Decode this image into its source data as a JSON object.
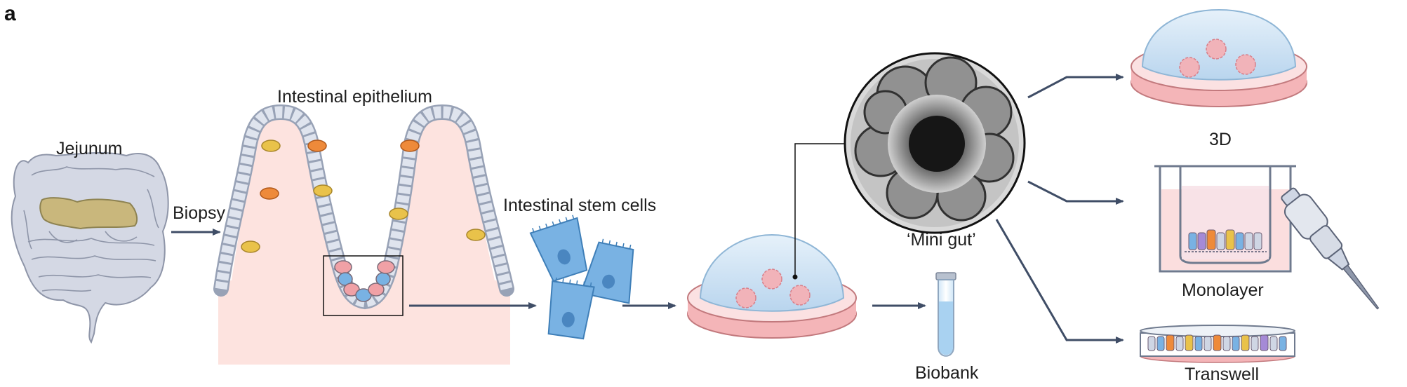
{
  "figure": {
    "panel_letter": "a",
    "labels": {
      "jejunum": "Jejunum",
      "biopsy": "Biopsy",
      "intestinal_epithelium": "Intestinal epithelium",
      "intestinal_stem_cells": "Intestinal stem cells",
      "mini_gut": "‘Mini gut’",
      "biobank": "Biobank",
      "three_d": "3D",
      "monolayer": "Monolayer",
      "transwell": "Transwell"
    },
    "colors": {
      "arrow": "#3f4d66",
      "tissue_pink": "#fde3df",
      "cell_grey": "#cfd6e4",
      "stem_blue": "#79b2e3",
      "goblet_yellow": "#e9c24a",
      "enteroendocrine_orange": "#ee8a3a",
      "paneth_pink": "#f0a1a6",
      "dish_pink": "#f4b5b8",
      "dome_blue": "#d3e6f4",
      "intestine_grey": "#d4d8e4",
      "jejunum_khaki": "#c9b77c"
    }
  }
}
